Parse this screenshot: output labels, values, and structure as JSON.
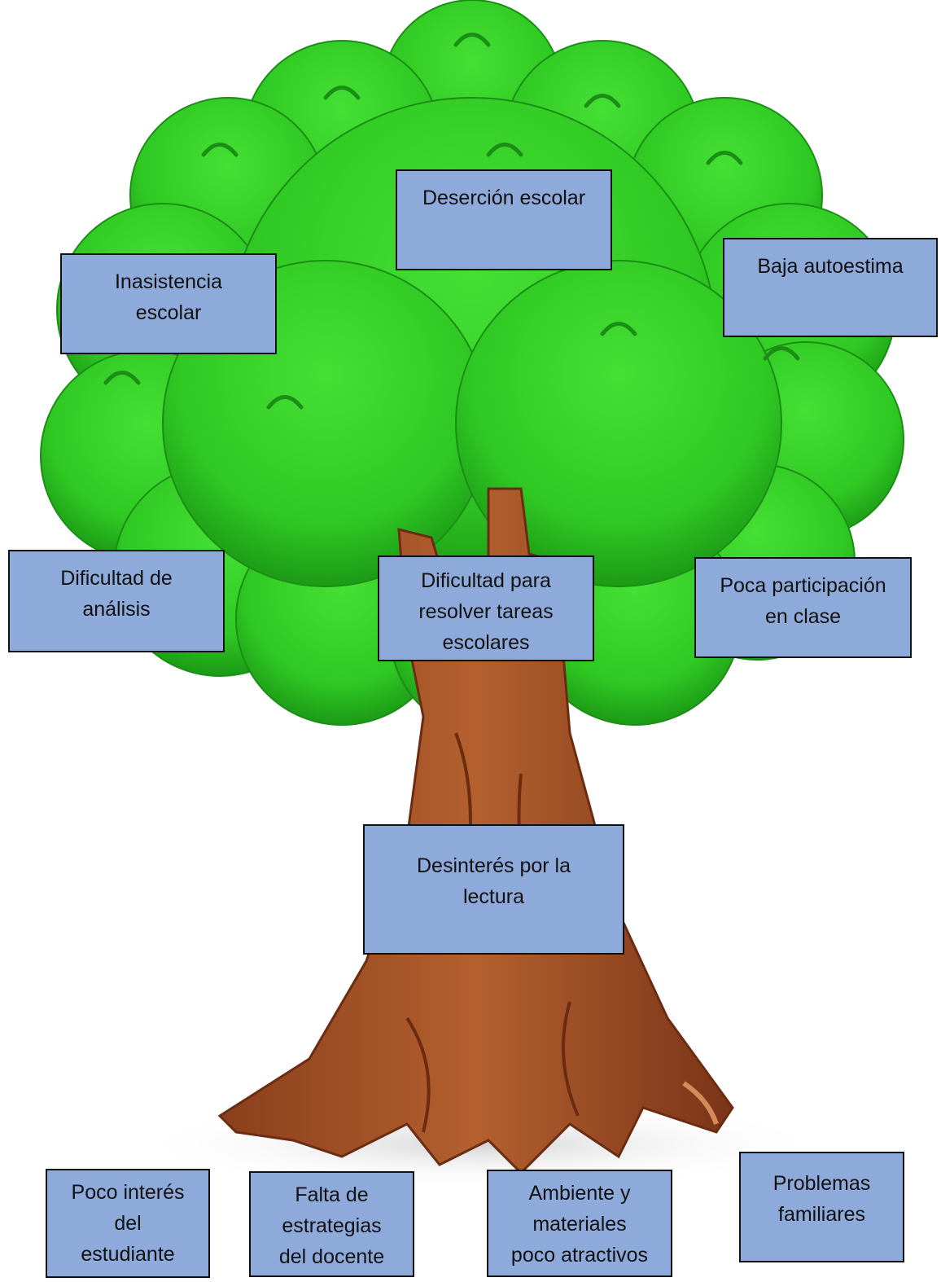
{
  "colors": {
    "box_fill": "#8eaadb",
    "box_border": "#111111",
    "foliage": "#3ed62c",
    "foliage_dark": "#1f9e1a",
    "trunk": "#a7542a",
    "trunk_dark": "#7a3418"
  },
  "effects": {
    "e1": "Deserción escolar",
    "e2": "Inasistencia\nescolar",
    "e3": "Baja autoestima"
  },
  "problems": {
    "p1": "Dificultad de\nanálisis",
    "p2": "Dificultad para\nresolver tareas\nescolares",
    "p3": "Poca participación\nen clase"
  },
  "central": {
    "c1": "Desinterés por la\nlectura"
  },
  "causes": {
    "r1": "Poco interés\ndel\nestudiante",
    "r2": "Falta de\nestrategias\ndel docente",
    "r3": "Ambiente y\nmateriales\npoco atractivos",
    "r4": "Problemas\nfamiliares"
  }
}
